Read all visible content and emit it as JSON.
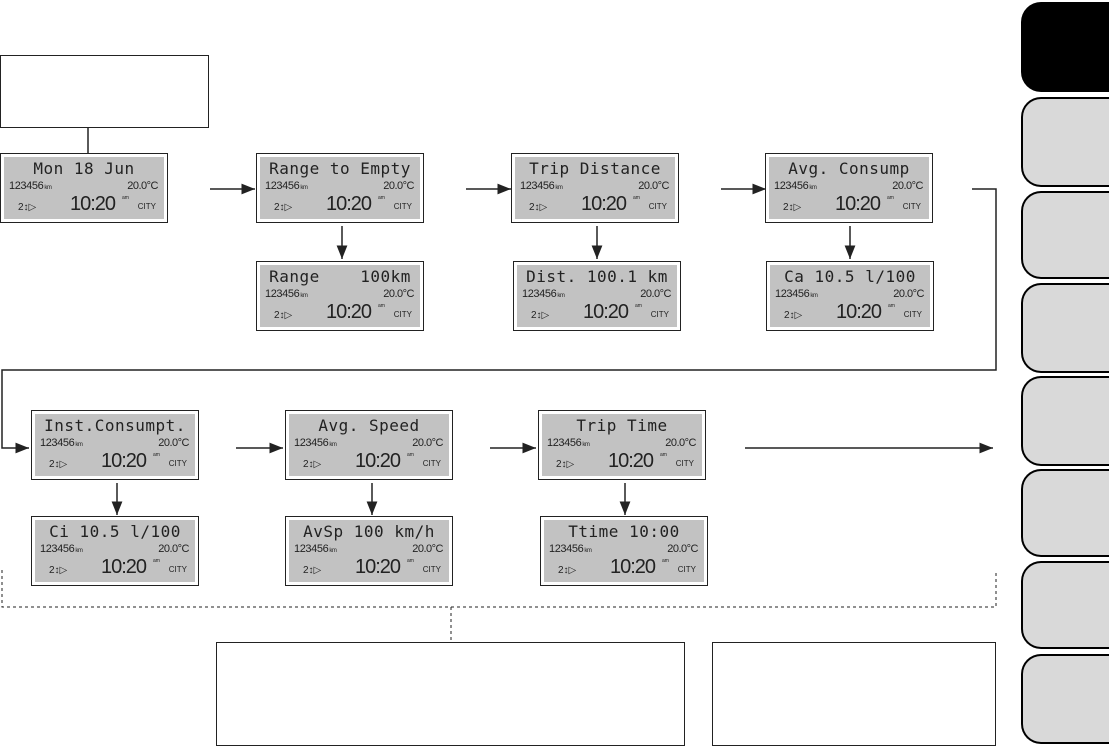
{
  "displays": {
    "date": {
      "title": "Mon 18 Jun",
      "odometer": "123456",
      "odometer_unit": "km",
      "temperature": "20.0°C",
      "gear": "2↕▷",
      "time": "10:20",
      "ampm": "am",
      "mode": "CITY"
    },
    "range": {
      "title": "Range to Empty",
      "odometer": "123456",
      "odometer_unit": "km",
      "temperature": "20.0°C",
      "gear": "2↕▷",
      "time": "10:20",
      "ampm": "am",
      "mode": "CITY"
    },
    "range_val": {
      "title": "Range    100km",
      "odometer": "123456",
      "odometer_unit": "km",
      "temperature": "20.0°C",
      "gear": "2↕▷",
      "time": "10:20",
      "ampm": "am",
      "mode": "CITY"
    },
    "trip": {
      "title": "Trip Distance",
      "odometer": "123456",
      "odometer_unit": "km",
      "temperature": "20.0°C",
      "gear": "2↕▷",
      "time": "10:20",
      "ampm": "am",
      "mode": "CITY"
    },
    "trip_val": {
      "title": "Dist. 100.1 km",
      "odometer": "123456",
      "odometer_unit": "km",
      "temperature": "20.0°C",
      "gear": "2↕▷",
      "time": "10:20",
      "ampm": "am",
      "mode": "CITY"
    },
    "avgcons": {
      "title": "Avg. Consump",
      "odometer": "123456",
      "odometer_unit": "km",
      "temperature": "20.0°C",
      "gear": "2↕▷",
      "time": "10:20",
      "ampm": "am",
      "mode": "CITY"
    },
    "avgcons_val": {
      "title": "Ca 10.5 l/100",
      "odometer": "123456",
      "odometer_unit": "km",
      "temperature": "20.0°C",
      "gear": "2↕▷",
      "time": "10:20",
      "ampm": "am",
      "mode": "CITY"
    },
    "inst": {
      "title": "Inst.Consumpt.",
      "odometer": "123456",
      "odometer_unit": "km",
      "temperature": "20.0°C",
      "gear": "2↕▷",
      "time": "10:20",
      "ampm": "am",
      "mode": "CITY"
    },
    "inst_val": {
      "title": "Ci 10.5 l/100",
      "odometer": "123456",
      "odometer_unit": "km",
      "temperature": "20.0°C",
      "gear": "2↕▷",
      "time": "10:20",
      "ampm": "am",
      "mode": "CITY"
    },
    "avgspeed": {
      "title": "Avg. Speed",
      "odometer": "123456",
      "odometer_unit": "km",
      "temperature": "20.0°C",
      "gear": "2↕▷",
      "time": "10:20",
      "ampm": "am",
      "mode": "CITY"
    },
    "avgspeed_val": {
      "title": "AvSp 100 km/h",
      "odometer": "123456",
      "odometer_unit": "km",
      "temperature": "20.0°C",
      "gear": "2↕▷",
      "time": "10:20",
      "ampm": "am",
      "mode": "CITY"
    },
    "triptime": {
      "title": "Trip Time",
      "odometer": "123456",
      "odometer_unit": "km",
      "temperature": "20.0°C",
      "gear": "2↕▷",
      "time": "10:20",
      "ampm": "am",
      "mode": "CITY"
    },
    "triptime_val": {
      "title": "Ttime 10:00",
      "odometer": "123456",
      "odometer_unit": "km",
      "temperature": "20.0°C",
      "gear": "2↕▷",
      "time": "10:20",
      "ampm": "am",
      "mode": "CITY"
    }
  },
  "colors": {
    "lcd_background": "#c2c2c2",
    "line": "#222222",
    "tab_active": "#000000",
    "tab_inactive": "#d9d9d9"
  }
}
